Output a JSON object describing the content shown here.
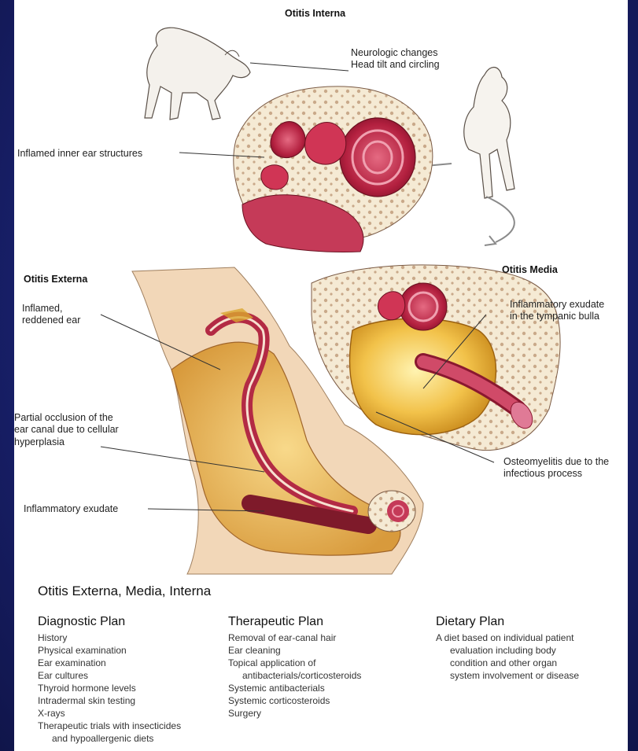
{
  "titles": {
    "interna": "Otitis Interna",
    "externa": "Otitis Externa",
    "media": "Otitis Media"
  },
  "labels": {
    "neuro": "Neurologic changes\nHead tilt and circling",
    "inner": "Inflamed inner ear structures",
    "inflamed_ear": "Inflamed,\nreddened ear",
    "occlusion": "Partial occlusion of the\near canal  due to cellular\nhyperplasia",
    "exudate": "Inflammatory exudate",
    "bulla": "Inflammatory exudate\nin the tympanic bulla",
    "osteo": "Osteomyelitis due to the\ninfectious process"
  },
  "footer_title": "Otitis Externa,  Media, Interna",
  "plans": {
    "diagnostic": {
      "title": "Diagnostic Plan",
      "items": [
        "History",
        "Physical examination",
        "Ear examination",
        "Ear cultures",
        "Thyroid hormone levels",
        "Intradermal skin testing",
        "X-rays",
        "Therapeutic trials with insecticides",
        "and hypoallergenic diets"
      ]
    },
    "therapeutic": {
      "title": "Therapeutic Plan",
      "items": [
        "Removal of ear-canal hair",
        "Ear cleaning",
        "Topical application of",
        "antibacterials/corticosteroids",
        "Systemic antibacterials",
        "Systemic corticosteroids",
        "Surgery"
      ]
    },
    "dietary": {
      "title": "Dietary Plan",
      "items": [
        "A diet based on individual patient",
        "evaluation including body",
        "condition and other organ",
        "system involvement or disease"
      ]
    }
  },
  "colors": {
    "background": "#1a2272",
    "flesh": "#c0284a",
    "fat": "#e8b450",
    "bone": "#f3e6cf"
  }
}
